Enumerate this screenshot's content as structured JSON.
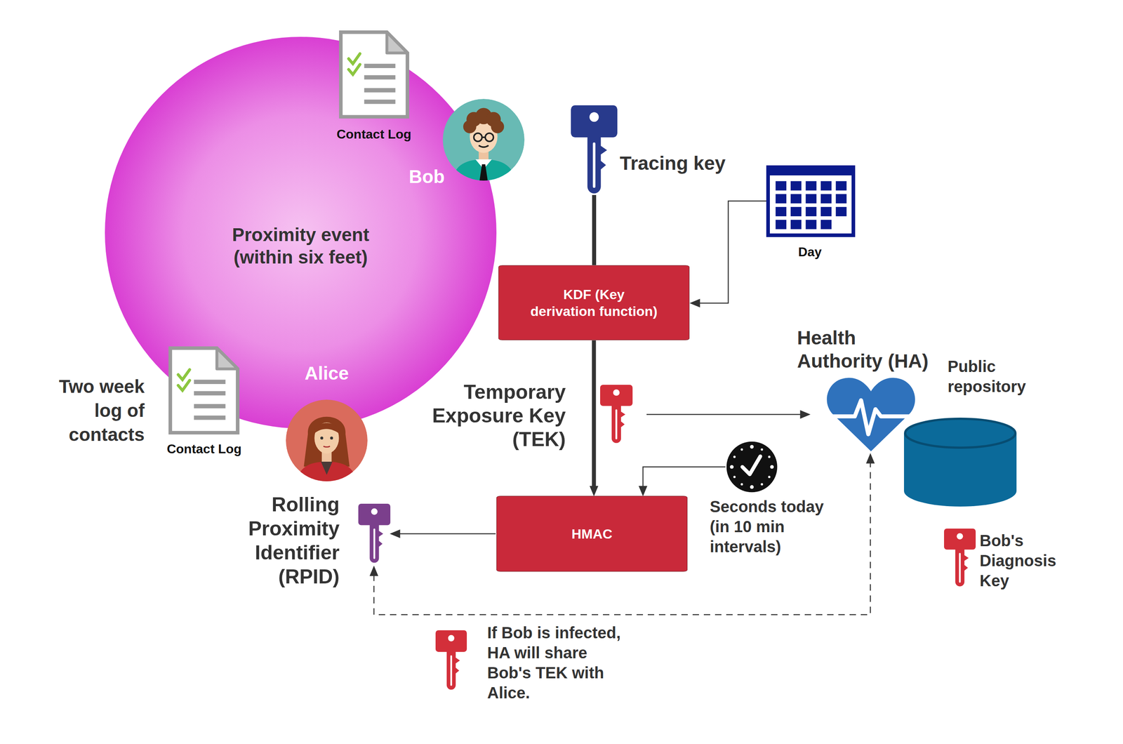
{
  "diagram": {
    "nodes": [
      {
        "text": [
          "Proximity event (within six feet)"
        ]
      },
      {
        "text": [
          "Contact Log"
        ]
      },
      {
        "text": [
          "Bob"
        ]
      },
      {
        "text": [
          "Contact Log"
        ]
      },
      {
        "text": [
          "Alice"
        ]
      },
      {
        "text": [
          "Tracing key"
        ]
      },
      {
        "text": [
          "Day"
        ]
      },
      {
        "text": [
          "KDF (Key derivation function)"
        ]
      },
      {
        "text": [
          "Temporary Exposure Key (TEK)"
        ]
      },
      {
        "text": [
          "Health Authority (HA)"
        ]
      },
      {
        "text": [
          "Public repository"
        ]
      },
      {
        "text": [
          "Seconds today (in 10 min intervals)"
        ]
      },
      {
        "text": [
          "HMAC"
        ]
      },
      {
        "text": [
          "Rolling Proximity Identifier (RPID)"
        ]
      },
      {
        "text": [
          "Bob's Diagnosis Key"
        ]
      },
      {
        "text": [
          "If Bob is infected, HA will share Bob's TEK with Alice."
        ]
      }
    ],
    "edges": [
      {
        "from": 5,
        "to": 7,
        "arrow": "none"
      },
      {
        "from": 6,
        "to": 7,
        "arrow": "to"
      },
      {
        "from": 7,
        "to": 12,
        "arrow": "to"
      },
      {
        "from": 8,
        "to": 9,
        "arrow": "to"
      },
      {
        "from": 11,
        "to": 12,
        "arrow": "to"
      },
      {
        "from": 12,
        "to": 13,
        "arrow": "to"
      },
      {
        "from": 9,
        "to": 13,
        "arrow": "both"
      }
    ],
    "labels": [
      "Two week log of contacts"
    ]
  }
}
